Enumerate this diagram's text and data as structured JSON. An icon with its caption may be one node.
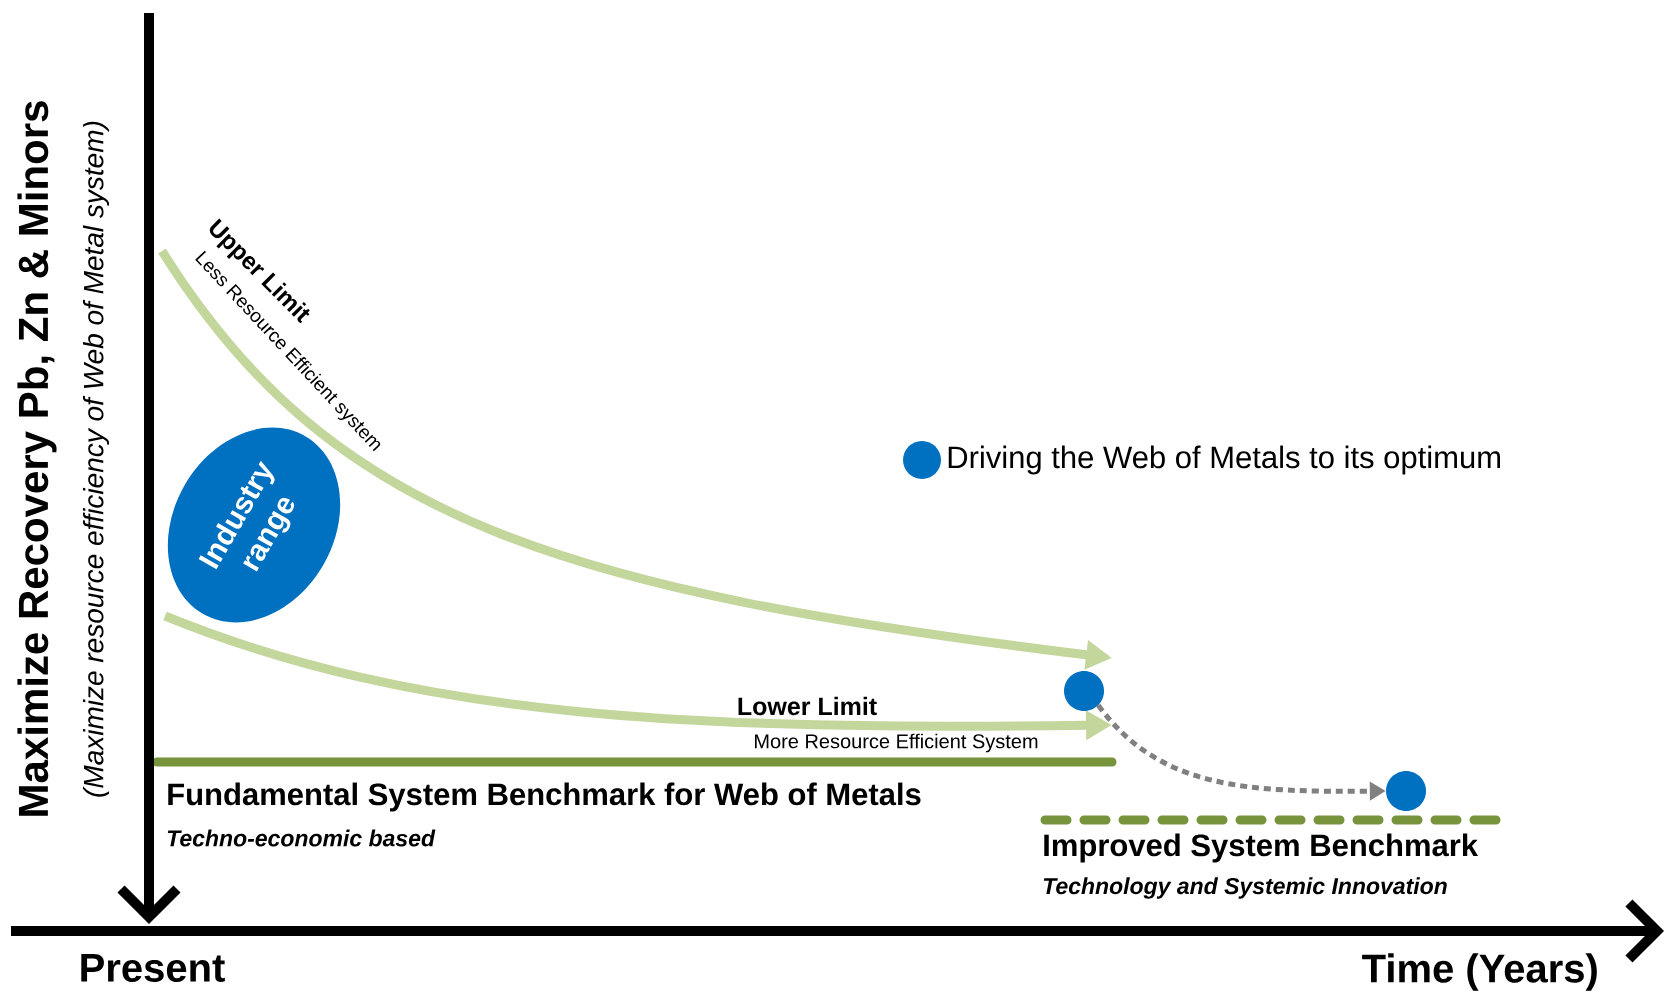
{
  "diagram": {
    "nodes": [
      {
        "text": [
          "Industry range"
        ]
      },
      {
        "text": [],
        "shape": "circle"
      },
      {
        "text": [],
        "shape": "circle"
      }
    ],
    "edges": [
      {
        "from": 1,
        "to": 2,
        "arrow": "to",
        "style": "dashed",
        "color": "#808080"
      }
    ],
    "labels": [
      "Maximize Recovery Pb, Zn & Minors",
      "(Maximize resource efficiency of Web of Metal system)",
      "Upper Limit",
      "Less Resource Efficient system",
      "Lower Limit",
      "More Resource Efficient System",
      "Fundamental System Benchmark for Web of Metals",
      "Techno-economic based",
      "Improved System Benchmark",
      "Technology and Systemic Innovation",
      "Present",
      "Time (Years)"
    ],
    "legend": [
      {
        "text": "Driving the Web of Metals to its optimum",
        "color": "#0070c0"
      }
    ]
  }
}
